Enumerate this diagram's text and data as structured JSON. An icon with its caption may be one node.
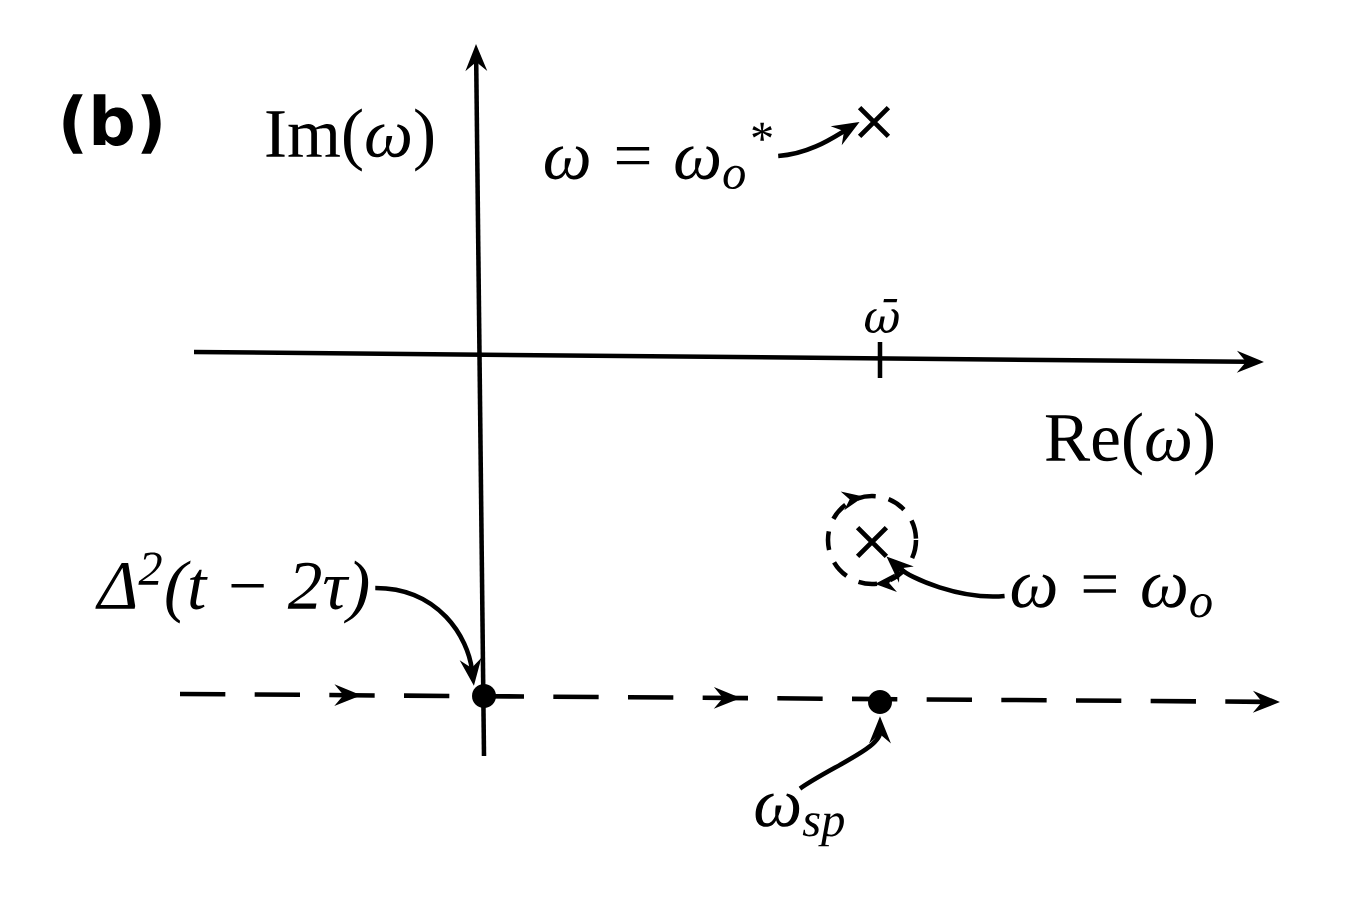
{
  "diagram": {
    "nodes": [
      {
        "text": [
          "ω = ω$_{o}$$^{*}$"
        ]
      },
      {
        "text": [],
        "shape": "cross"
      },
      {
        "text": [
          "Δ$^{2}$(t − 2τ)"
        ]
      },
      {
        "text": [],
        "shape": "dot"
      },
      {
        "text": [
          "ω = ω$_{o}$"
        ]
      },
      {
        "text": [],
        "shape": "cross"
      },
      {
        "text": [
          "ω$_{sp}$"
        ]
      },
      {
        "text": [],
        "shape": "dot"
      }
    ],
    "edges": [
      {
        "from": 0,
        "to": 1,
        "arrow": "to"
      },
      {
        "from": 2,
        "to": 3,
        "arrow": "to"
      },
      {
        "from": 4,
        "to": 5,
        "arrow": "to"
      },
      {
        "from": 6,
        "to": 7,
        "arrow": "to"
      }
    ],
    "labels": [
      "(b)",
      "Im(*ω*)",
      "ω̄",
      "Re(*ω*)"
    ]
  }
}
